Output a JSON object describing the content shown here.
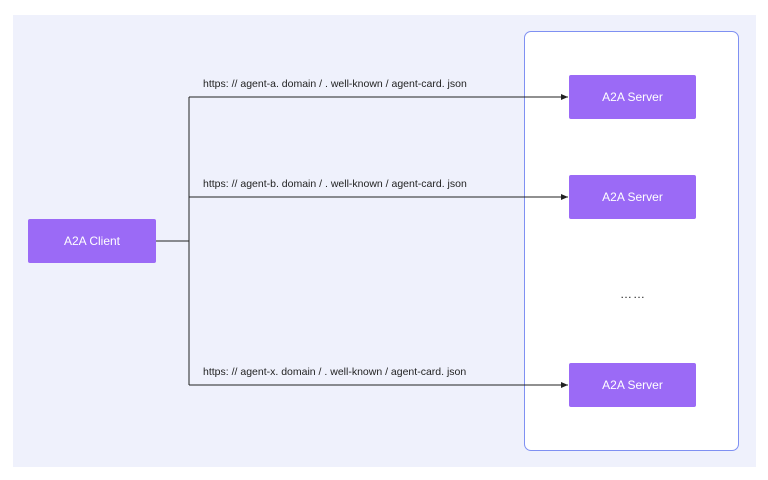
{
  "client": {
    "label": "A2A Client"
  },
  "servers": [
    {
      "label": "A2A Server",
      "url": "https: // agent-a. domain / . well-known / agent-card. json"
    },
    {
      "label": "A2A Server",
      "url": "https: // agent-b. domain / . well-known / agent-card. json"
    },
    {
      "label": "A2A Server",
      "url": "https: // agent-x. domain / . well-known / agent-card. json"
    }
  ],
  "ellipsis": "……",
  "colors": {
    "box": "#9b6af6",
    "panel_border": "#7f90f2",
    "background": "#eff1fc"
  }
}
